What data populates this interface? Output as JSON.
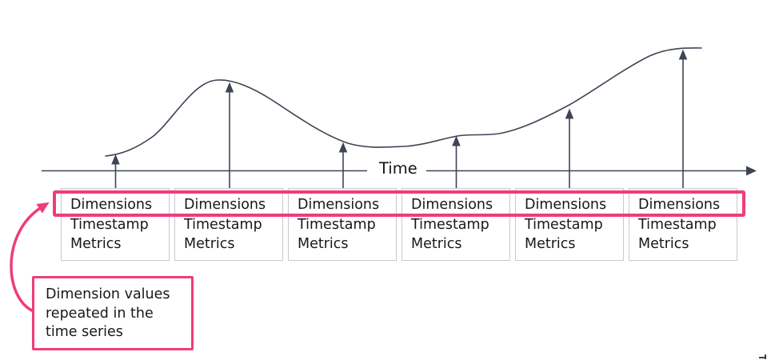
{
  "axis": {
    "label": "Time"
  },
  "records": [
    {
      "dimensions": "Dimensions",
      "timestamp": "Timestamp",
      "metrics": "Metrics"
    },
    {
      "dimensions": "Dimensions",
      "timestamp": "Timestamp",
      "metrics": "Metrics"
    },
    {
      "dimensions": "Dimensions",
      "timestamp": "Timestamp",
      "metrics": "Metrics"
    },
    {
      "dimensions": "Dimensions",
      "timestamp": "Timestamp",
      "metrics": "Metrics"
    },
    {
      "dimensions": "Dimensions",
      "timestamp": "Timestamp",
      "metrics": "Metrics"
    },
    {
      "dimensions": "Dimensions",
      "timestamp": "Timestamp",
      "metrics": "Metrics"
    }
  ],
  "callout": {
    "text": "Dimension values repeated in the time series"
  },
  "colors": {
    "accent_pink": "#ee3d7c",
    "line": "#3f4454",
    "box_border": "#c7c9d3",
    "text": "#17181d"
  }
}
